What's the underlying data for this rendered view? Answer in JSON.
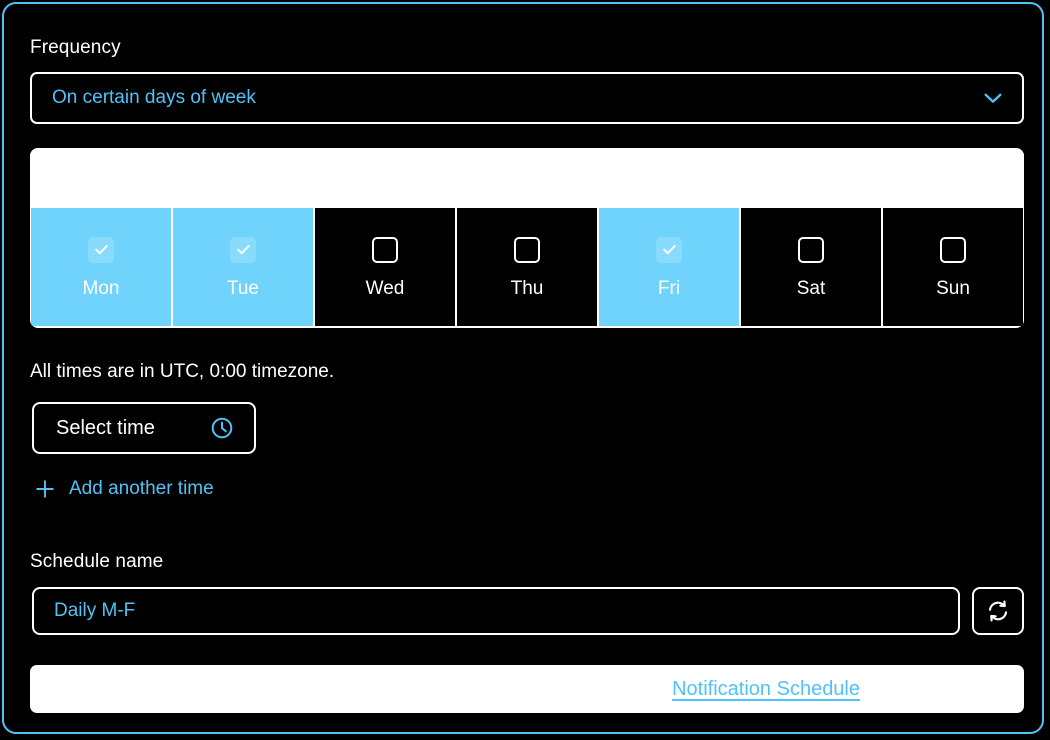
{
  "theme": {
    "frame_border_color": "#4fc3f7",
    "background_color": "#000000",
    "accent_color": "#4fc3f7",
    "selected_day_color": "#6fd3fb",
    "text_color": "#ffffff",
    "panel_color": "#ffffff"
  },
  "frequency": {
    "label": "Frequency",
    "selected_value": "On certain days of week",
    "chevron_icon": "chevron-down-icon"
  },
  "days": {
    "items": [
      {
        "label": "Mon",
        "selected": true,
        "checkbox_icon": "checkbox-checked-icon"
      },
      {
        "label": "Tue",
        "selected": true,
        "checkbox_icon": "checkbox-checked-icon"
      },
      {
        "label": "Wed",
        "selected": false,
        "checkbox_icon": "checkbox-empty-icon"
      },
      {
        "label": "Thu",
        "selected": false,
        "checkbox_icon": "checkbox-empty-icon"
      },
      {
        "label": "Fri",
        "selected": true,
        "checkbox_icon": "checkbox-checked-icon"
      },
      {
        "label": "Sat",
        "selected": false,
        "checkbox_icon": "checkbox-empty-icon"
      },
      {
        "label": "Sun",
        "selected": false,
        "checkbox_icon": "checkbox-empty-icon"
      }
    ]
  },
  "timezone_note": "All times are in UTC, 0:00 timezone.",
  "select_time": {
    "label": "Select time",
    "icon": "clock-icon"
  },
  "add_another_time": {
    "label": "Add another time",
    "icon": "plus-icon"
  },
  "schedule_name": {
    "label": "Schedule name",
    "value": "Daily M-F",
    "placeholder": "Schedule name",
    "regenerate_icon": "refresh-icon"
  },
  "footer": {
    "link_label": "Notification Schedule"
  }
}
